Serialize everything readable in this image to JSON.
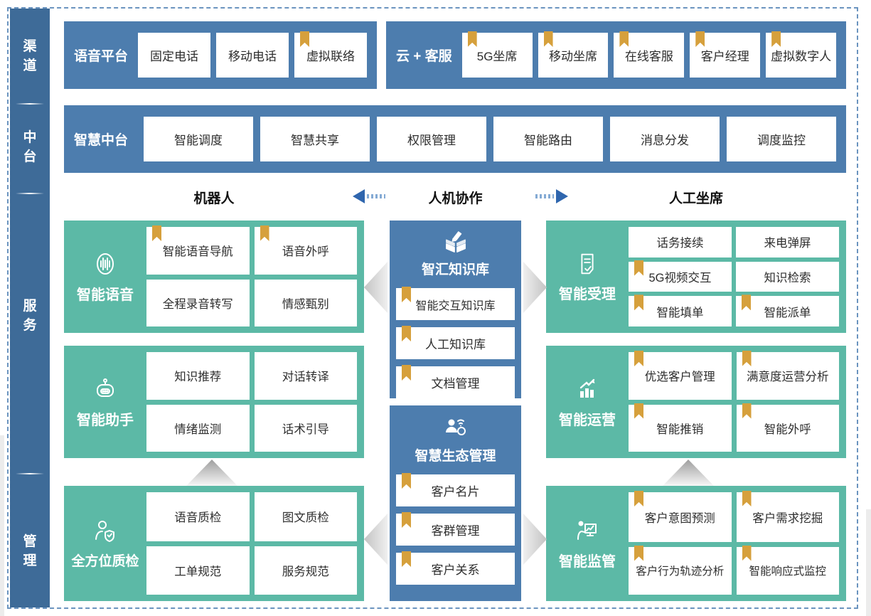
{
  "colors": {
    "panel_blue": "#4d7dae",
    "sidebar_blue": "#3e6b98",
    "section_green": "#5cb9a6",
    "bookmark_gold": "#d6a03c",
    "arrow_blue": "#2f66ae"
  },
  "sidebar": {
    "items": [
      {
        "label": "渠道"
      },
      {
        "label": "中台"
      },
      {
        "label": "服务"
      },
      {
        "label": "管理"
      }
    ]
  },
  "rows": {
    "voice_platform": {
      "title": "语音平台",
      "items": [
        {
          "label": "固定电话",
          "bookmark": false
        },
        {
          "label": "移动电话",
          "bookmark": false
        },
        {
          "label": "虚拟联络",
          "bookmark": true
        }
      ]
    },
    "cloud_service": {
      "title": "云 + 客服",
      "items": [
        {
          "label": "5G坐席",
          "bookmark": true
        },
        {
          "label": "移动坐席",
          "bookmark": true
        },
        {
          "label": "在线客服",
          "bookmark": true
        },
        {
          "label": "客户经理",
          "bookmark": true
        },
        {
          "label": "虚拟数字人",
          "bookmark": true
        }
      ]
    },
    "smart_middle": {
      "title": "智慧中台",
      "items": [
        {
          "label": "智能调度",
          "bookmark": false
        },
        {
          "label": "智慧共享",
          "bookmark": false
        },
        {
          "label": "权限管理",
          "bookmark": false
        },
        {
          "label": "智能路由",
          "bookmark": false
        },
        {
          "label": "消息分发",
          "bookmark": false
        },
        {
          "label": "调度监控",
          "bookmark": false
        }
      ]
    }
  },
  "collab_header": {
    "left": "机器人",
    "center": "人机协作",
    "right": "人工坐席"
  },
  "sections": {
    "smart_voice": {
      "title": "智能语音",
      "icon": "voice-wave-icon",
      "items": [
        {
          "label": "智能语音导航",
          "bookmark": true
        },
        {
          "label": "语音外呼",
          "bookmark": true
        },
        {
          "label": "全程录音转写",
          "bookmark": false
        },
        {
          "label": "情感甄别",
          "bookmark": false
        }
      ]
    },
    "smart_assistant": {
      "title": "智能助手",
      "icon": "robot-icon",
      "items": [
        {
          "label": "知识推荐",
          "bookmark": false
        },
        {
          "label": "对话转译",
          "bookmark": false
        },
        {
          "label": "情绪监测",
          "bookmark": false
        },
        {
          "label": "话术引导",
          "bookmark": false
        }
      ]
    },
    "quality_check": {
      "title": "全方位质检",
      "icon": "inspector-shield-icon",
      "items": [
        {
          "label": "语音质检",
          "bookmark": false
        },
        {
          "label": "图文质检",
          "bookmark": false
        },
        {
          "label": "工单规范",
          "bookmark": false
        },
        {
          "label": "服务规范",
          "bookmark": false
        }
      ]
    },
    "knowledge_base": {
      "title": "智汇知识库",
      "icon": "book-pen-icon",
      "items": [
        {
          "label": "智能交互知识库",
          "bookmark": true
        },
        {
          "label": "人工知识库",
          "bookmark": true
        },
        {
          "label": "文档管理",
          "bookmark": true
        }
      ]
    },
    "eco_management": {
      "title": "智慧生态管理",
      "icon": "person-wifi-icon",
      "items": [
        {
          "label": "客户名片",
          "bookmark": true
        },
        {
          "label": "客群管理",
          "bookmark": true
        },
        {
          "label": "客户关系",
          "bookmark": true
        }
      ]
    },
    "smart_acceptance": {
      "title": "智能受理",
      "icon": "document-check-icon",
      "items": [
        {
          "label": "话务接续",
          "bookmark": false
        },
        {
          "label": "来电弹屏",
          "bookmark": false
        },
        {
          "label": "5G视频交互",
          "bookmark": true
        },
        {
          "label": "知识检索",
          "bookmark": false
        },
        {
          "label": "智能填单",
          "bookmark": true
        },
        {
          "label": "智能派单",
          "bookmark": true
        }
      ]
    },
    "smart_operation": {
      "title": "智能运营",
      "icon": "chart-growth-icon",
      "items": [
        {
          "label": "优选客户管理",
          "bookmark": true
        },
        {
          "label": "满意度运营分析",
          "bookmark": true
        },
        {
          "label": "智能推销",
          "bookmark": true
        },
        {
          "label": "智能外呼",
          "bookmark": true
        }
      ]
    },
    "smart_supervision": {
      "title": "智能监管",
      "icon": "presenter-chart-icon",
      "items": [
        {
          "label": "客户意图预测",
          "bookmark": true
        },
        {
          "label": "客户需求挖掘",
          "bookmark": true
        },
        {
          "label": "客户行为轨迹分析",
          "bookmark": true
        },
        {
          "label": "智能响应式监控",
          "bookmark": true
        }
      ]
    }
  }
}
